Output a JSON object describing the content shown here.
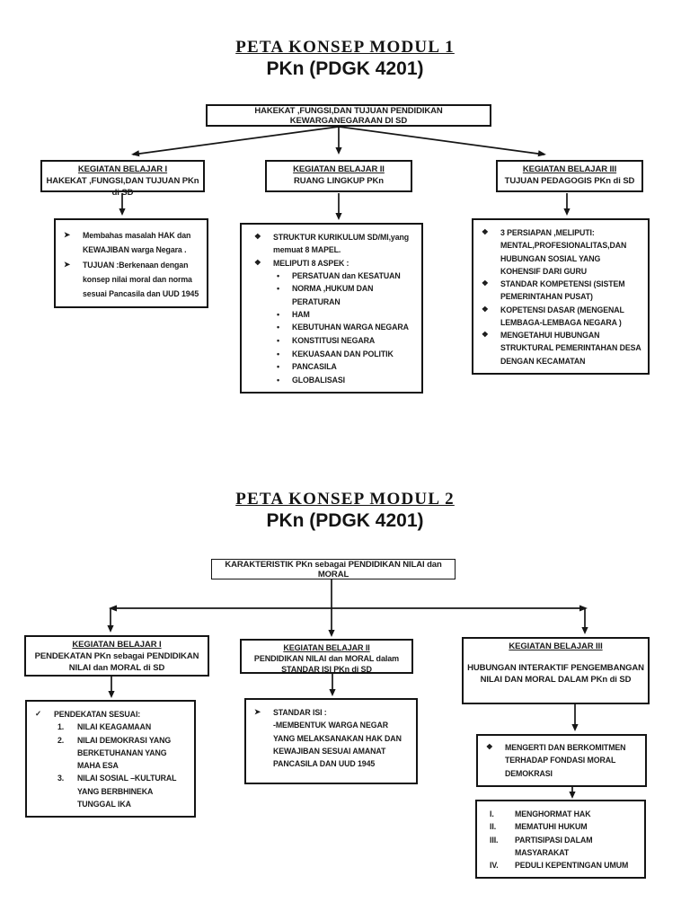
{
  "bullets": {
    "arrow": "➤",
    "diamond": "❖",
    "dot": "•",
    "check": "✓"
  },
  "module1": {
    "title": "PETA KONSEP MODUL 1",
    "subtitle": "PKn (PDGK 4201)",
    "root": "HAKEKAT ,FUNGSI,DAN TUJUAN PENDIDIKAN  KEWARGANEGARAAN DI SD",
    "kb": [
      {
        "heading": "KEGIATAN BELAJAR I",
        "body": "HAKEKAT ,FUNGSI,DAN TUJUAN PKn di SD"
      },
      {
        "heading": "KEGIATAN BELAJAR II",
        "body": "RUANG LINGKUP  PKn"
      },
      {
        "heading": "KEGIATAN BELAJAR III",
        "body": "TUJUAN PEDAGOGIS PKn di SD"
      }
    ],
    "detail1": {
      "items": [
        "Membahas masalah HAK dan KEWAJIBAN warga Negara .",
        "TUJUAN :Berkenaan dengan konsep nilai moral dan norma sesuai Pancasila dan UUD 1945"
      ]
    },
    "detail2": {
      "items": [
        "STRUKTUR KURIKULUM SD/MI,yang memuat 8 MAPEL.",
        "MELIPUTI 8 ASPEK :",
        "PERSATUAN dan KESATUAN",
        "NORMA ,HUKUM DAN PERATURAN",
        "HAM",
        "KEBUTUHAN WARGA NEGARA",
        "KONSTITUSI NEGARA",
        "KEKUASAAN DAN POLITIK",
        "PANCASILA",
        "GLOBALISASI"
      ]
    },
    "detail3": {
      "items": [
        "3 PERSIAPAN ,MELIPUTI: MENTAL,PROFESIONALITAS,DAN HUBUNGAN SOSIAL  YANG KOHENSIF DARI GURU",
        "STANDAR KOMPETENSI (SISTEM PEMERINTAHAN PUSAT)",
        "KOPETENSI DASAR (MENGENAL LEMBAGA-LEMBAGA NEGARA )",
        "MENGETAHUI HUBUNGAN STRUKTURAL PEMERINTAHAN DESA DENGAN KECAMATAN"
      ]
    }
  },
  "module2": {
    "title": "PETA KONSEP MODUL 2",
    "subtitle": "PKn (PDGK 4201)",
    "root": "KARAKTERISTIK PKn sebagai PENDIDIKAN NILAI dan MORAL",
    "kb": [
      {
        "heading": "KEGIATAN BELAJAR I",
        "body": "PENDEKATAN  PKn sebagai PENDIDIKAN NILAI dan MORAL di SD"
      },
      {
        "heading": "KEGIATAN BELAJAR II",
        "body": "PENDIDIKAN NILAI dan MORAL dalam STANDAR ISI PKn  di SD"
      },
      {
        "heading": "KEGIATAN BELAJAR III",
        "body": "HUBUNGAN INTERAKTIF  PENGEMBANGAN NILAI DAN MORAL DALAM PKn di SD"
      }
    ],
    "detail1": {
      "heading": "PENDEKATAN SESUAI:",
      "items": [
        {
          "n": "1.",
          "text": "NILAI KEAGAMAAN"
        },
        {
          "n": "2.",
          "text": "NILAI DEMOKRASI YANG BERKETUHANAN YANG MAHA ESA"
        },
        {
          "n": "3.",
          "text": "NILAI SOSIAL –KULTURAL YANG BERBHINEKA TUNGGAL IKA"
        }
      ]
    },
    "detail2": {
      "heading": "STANDAR  ISI :",
      "body": "-MEMBENTUK WARGA NEGAR YANG MELAKSANAKAN HAK DAN KEWAJIBAN SESUAI AMANAT PANCASILA DAN UUD 1945"
    },
    "detail3": {
      "text": "MENGERTI DAN BERKOMITMEN TERHADAP FONDASI MORAL DEMOKRASI"
    },
    "detail4": {
      "items": [
        {
          "n": "I.",
          "text": "MENGHORMAT HAK"
        },
        {
          "n": "II.",
          "text": "MEMATUHI HUKUM"
        },
        {
          "n": "III.",
          "text": "PARTISIPASI DALAM MASYARAKAT"
        },
        {
          "n": "IV.",
          "text": "PEDULI KEPENTINGAN UMUM"
        }
      ]
    }
  }
}
